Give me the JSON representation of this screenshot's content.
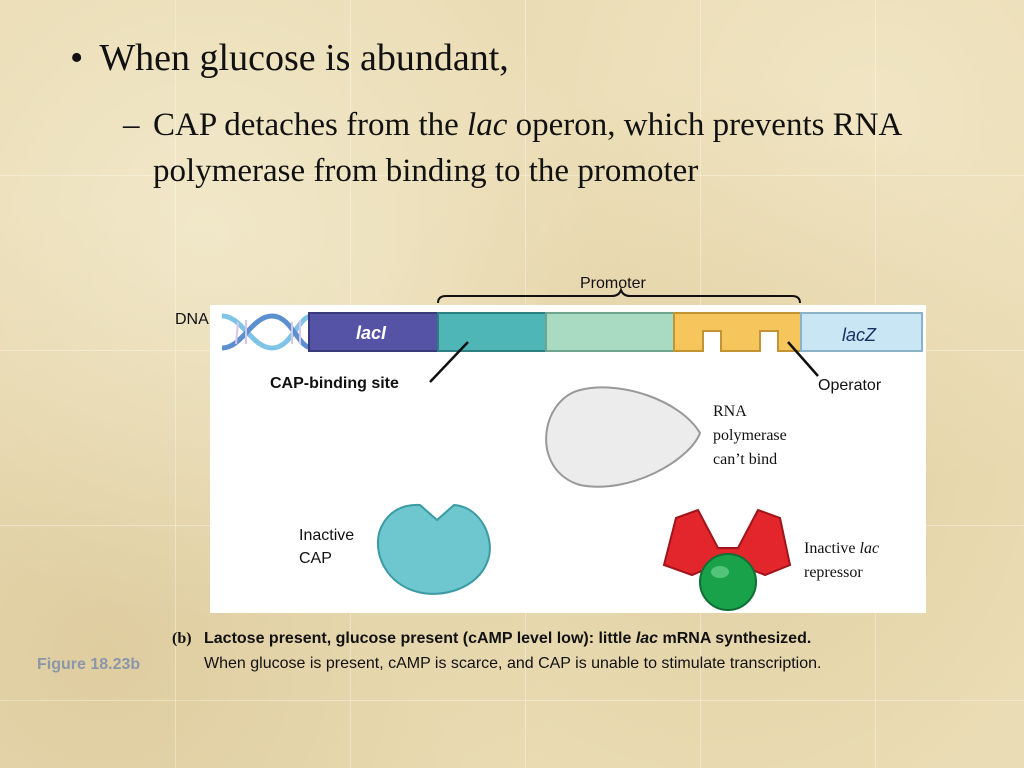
{
  "slide": {
    "bullet1": {
      "marker": "•",
      "text": "When glucose is abundant,"
    },
    "bullet2": {
      "marker": "–",
      "part1": "CAP detaches from the ",
      "italic": "lac",
      "part2": " operon, which prevents RNA polymerase from binding to the promoter"
    }
  },
  "diagram": {
    "promoter_label": "Promoter",
    "dna_label": "DNA",
    "lacI_label": "lacI",
    "lacZ_label": "lacZ",
    "cap_binding_site_label": "CAP-binding site",
    "operator_label": "Operator",
    "rna_polymerase_lines": [
      "RNA",
      "polymerase",
      "can’t bind"
    ],
    "inactive_cap_lines": [
      "Inactive",
      "CAP"
    ],
    "repressor_line1_a": "Inactive ",
    "repressor_line1_b": "lac",
    "repressor_line2": "repressor",
    "colors": {
      "lacI": "#5553a6",
      "cap_site": "#4fb6b8",
      "promoter_region": "#a9dbc3",
      "operator": "#f6c65c",
      "lacZ": "#c9e6f4",
      "cap_protein": "#6ec6cf",
      "repressor": "#e2262b",
      "inducer": "#1aa24b",
      "rna_polymerase": "#ececec"
    }
  },
  "caption": {
    "label": "(b)",
    "line1_a": "Lactose present, glucose present (cAMP level low): little ",
    "line1_b": "lac",
    "line1_c": " mRNA synthesized.",
    "line2": "When glucose is present, cAMP is scarce, and CAP is unable to stimulate transcription."
  },
  "figure_ref": "Figure 18.23b"
}
